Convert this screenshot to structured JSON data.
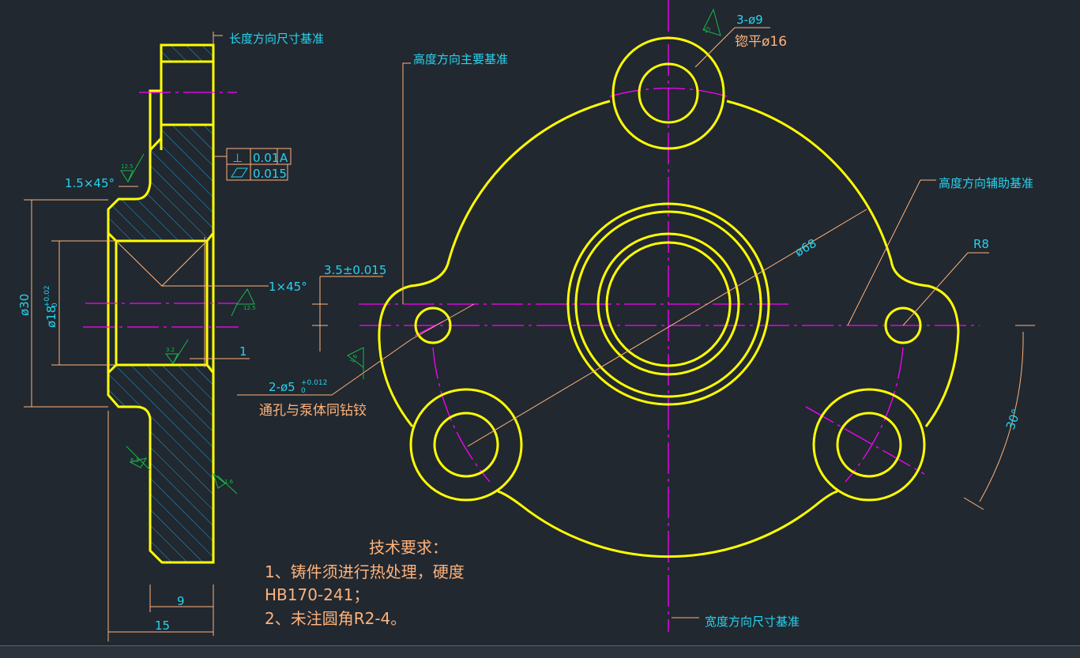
{
  "labels": {
    "length_datum": "长度方向尺寸基准",
    "height_main_datum": "高度方向主要基准",
    "height_aux_datum": "高度方向辅助基准",
    "width_datum": "宽度方向尺寸基准",
    "hole_3": "3-ø9",
    "counterbore": "锪平ø16",
    "dia68": "ø68",
    "r8": "R8",
    "angle30": "30°",
    "tol_35": "3.5±0.015",
    "hole_2": "2-ø5",
    "hole_2_tol_upper": "+0.012",
    "hole_2_tol_lower": "0",
    "ream_note": "通孔与泵体同钻铰",
    "chamfer_15": "1.5×45°",
    "chamfer_1": "1×45°",
    "dia30": "ø30",
    "dia18": "ø18",
    "dia18_tol_upper": "+0.02",
    "dia18_tol_lower": "0",
    "dim1": "1",
    "dim9": "9",
    "dim15": "15",
    "perp_symbol": "⊥",
    "perp_value": "0.01",
    "perp_datum": "A",
    "flat_value": "0.015",
    "rough_125a": "12.5",
    "rough_125b": "12.5",
    "rough_32": "3.2",
    "rough_63": "6.3",
    "rough_16": "1.6",
    "rough_25": "25",
    "rough_16b": "1.6"
  },
  "tech": {
    "title": "技术要求：",
    "line1": "1、铸件须进行热处理，硬度",
    "line2": "HB170-241；",
    "line3": "2、未注圆角R2-4。"
  },
  "colors": {
    "background": "#212830",
    "outline": "#ffff00",
    "center": "#ff00ff",
    "dimension": "#ffb27a",
    "text": "#27d3ee"
  }
}
